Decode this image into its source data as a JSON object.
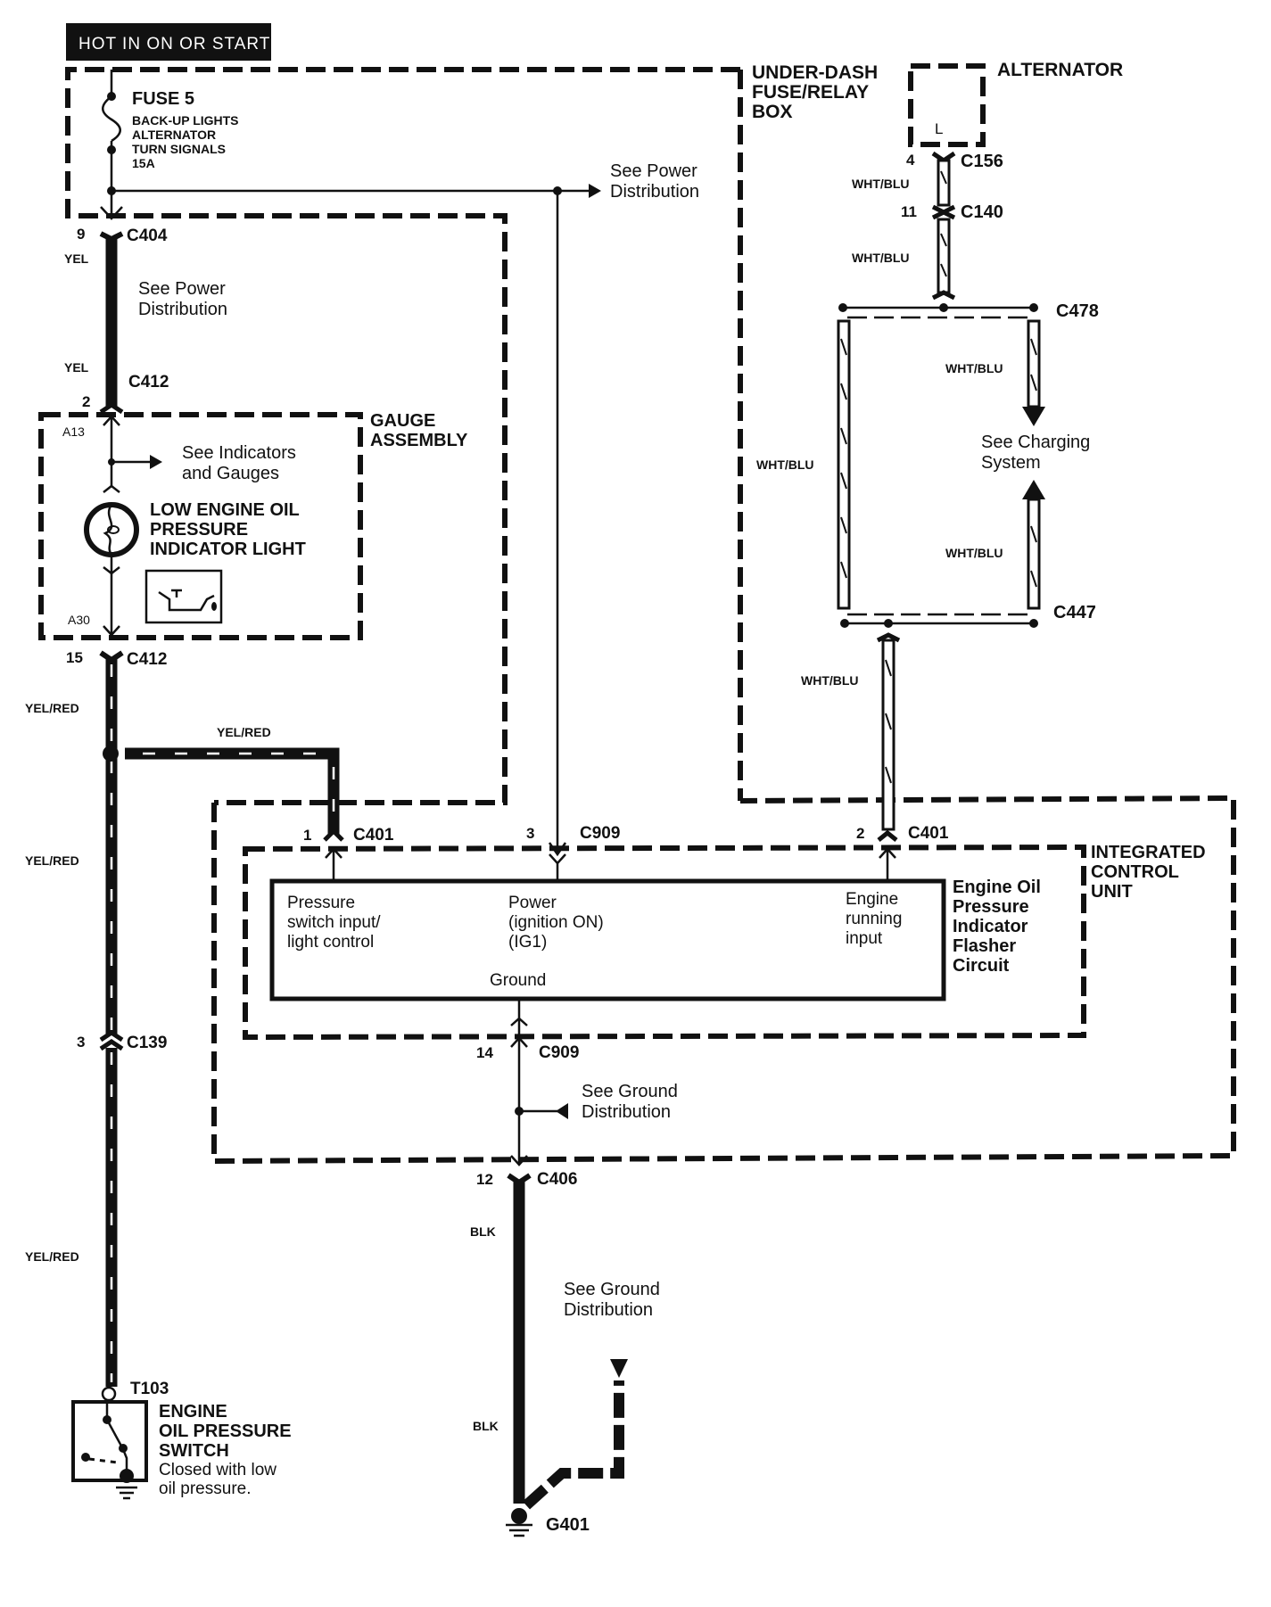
{
  "header": {
    "label": "HOT IN ON OR START"
  },
  "fuse": {
    "title": "FUSE 5",
    "lines": [
      "BACK-UP LIGHTS",
      "ALTERNATOR",
      "TURN SIGNALS",
      "15A"
    ]
  },
  "boxes": {
    "under_dash": [
      "UNDER-DASH",
      "FUSE/RELAY",
      "BOX"
    ],
    "alternator": "ALTERNATOR",
    "alternator_terminal": "L",
    "gauge_assembly": [
      "GAUGE",
      "ASSEMBLY"
    ],
    "integrated_control_unit": [
      "INTEGRATED",
      "CONTROL",
      "UNIT"
    ],
    "flasher_circuit": [
      "Engine Oil",
      "Pressure",
      "Indicator",
      "Flasher",
      "Circuit"
    ]
  },
  "references": {
    "power_dist_top": [
      "See Power",
      "Distribution"
    ],
    "power_dist_left": [
      "See Power",
      "Distribution"
    ],
    "indicators_gauges": [
      "See Indicators",
      "and Gauges"
    ],
    "charging_system": [
      "See Charging",
      "System"
    ],
    "ground_dist_icu": [
      "See Ground",
      "Distribution"
    ],
    "ground_dist_bottom": [
      "See Ground",
      "Distribution"
    ]
  },
  "components": {
    "indicator_light": [
      "LOW ENGINE OIL",
      "PRESSURE",
      "INDICATOR LIGHT"
    ],
    "oil_switch": [
      "ENGINE",
      "OIL PRESSURE",
      "SWITCH"
    ],
    "oil_switch_note": [
      "Closed with low",
      "oil pressure."
    ],
    "terminal": "T103",
    "ground": "G401"
  },
  "module_pins": {
    "pressure_input": [
      "Pressure",
      "switch input/",
      "light control"
    ],
    "power": [
      "Power",
      "(ignition ON)",
      "(IG1)"
    ],
    "engine_running": [
      "Engine",
      "running",
      "input"
    ],
    "ground": "Ground"
  },
  "connectors": {
    "c404": {
      "pin": "9",
      "name": "C404"
    },
    "c412_top": {
      "pin": "2",
      "name": "C412"
    },
    "c412_bottom": {
      "pin": "15",
      "name": "C412"
    },
    "c139": {
      "pin": "3",
      "name": "C139"
    },
    "c401_pin1": {
      "pin": "1",
      "name": "C401"
    },
    "c909_pin3": {
      "pin": "3",
      "name": "C909"
    },
    "c401_pin2": {
      "pin": "2",
      "name": "C401"
    },
    "c909_pin14": {
      "pin": "14",
      "name": "C909"
    },
    "c406": {
      "pin": "12",
      "name": "C406"
    },
    "c156": {
      "pin": "4",
      "name": "C156"
    },
    "c140": {
      "pin": "11",
      "name": "C140"
    },
    "c478": {
      "name": "C478"
    },
    "c447": {
      "name": "C447"
    },
    "a13": "A13",
    "a30": "A30"
  },
  "wire_colors": {
    "yel_1": "YEL",
    "yel_2": "YEL",
    "yelred_1": "YEL/RED",
    "yelred_branch": "YEL/RED",
    "yelred_2": "YEL/RED",
    "yelred_3": "YEL/RED",
    "blk_1": "BLK",
    "blk_2": "BLK",
    "whtblu_1": "WHT/BLU",
    "whtblu_2": "WHT/BLU",
    "whtblu_loop_left": "WHT/BLU",
    "whtblu_loop_right_top": "WHT/BLU",
    "whtblu_loop_right_bottom": "WHT/BLU",
    "whtblu_icu": "WHT/BLU"
  }
}
